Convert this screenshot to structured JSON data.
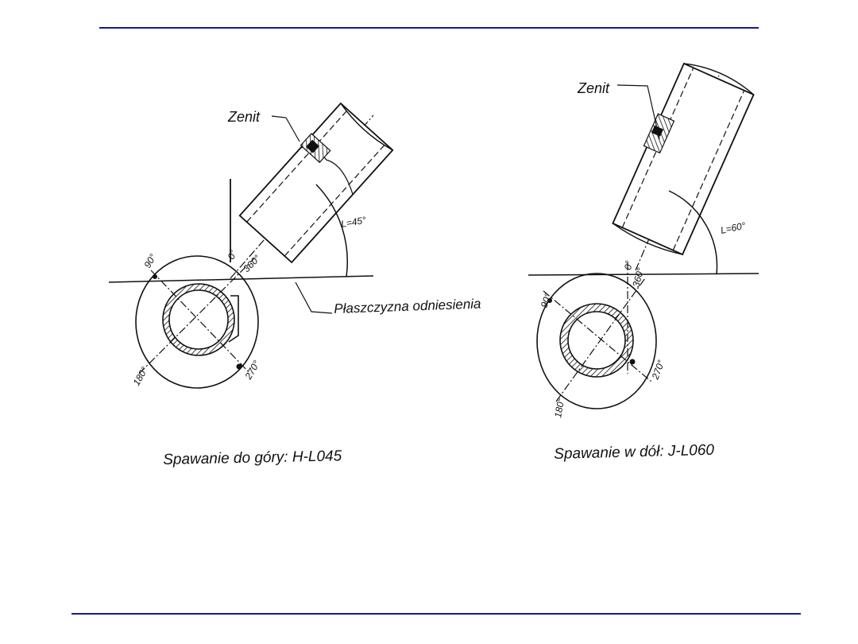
{
  "left_diagram": {
    "zenith_label": "Zenit",
    "angle_label": "L=45°",
    "deg_0": "0°",
    "deg_90": "90°",
    "deg_180": "180°",
    "deg_270": "270°",
    "deg_360": "360°",
    "reference_plane_label": "Płaszczyzna odniesienia",
    "caption": "Spawanie do góry: H-L045"
  },
  "right_diagram": {
    "zenith_label": "Zenit",
    "angle_label": "L=60°",
    "deg_0": "0°",
    "deg_90": "90°",
    "deg_180": "180°",
    "deg_270": "270°",
    "deg_360": "360°",
    "caption": "Spawanie w dół: J-L060"
  },
  "colors": {
    "rule": "#1a1a8c",
    "ink": "#111111"
  }
}
